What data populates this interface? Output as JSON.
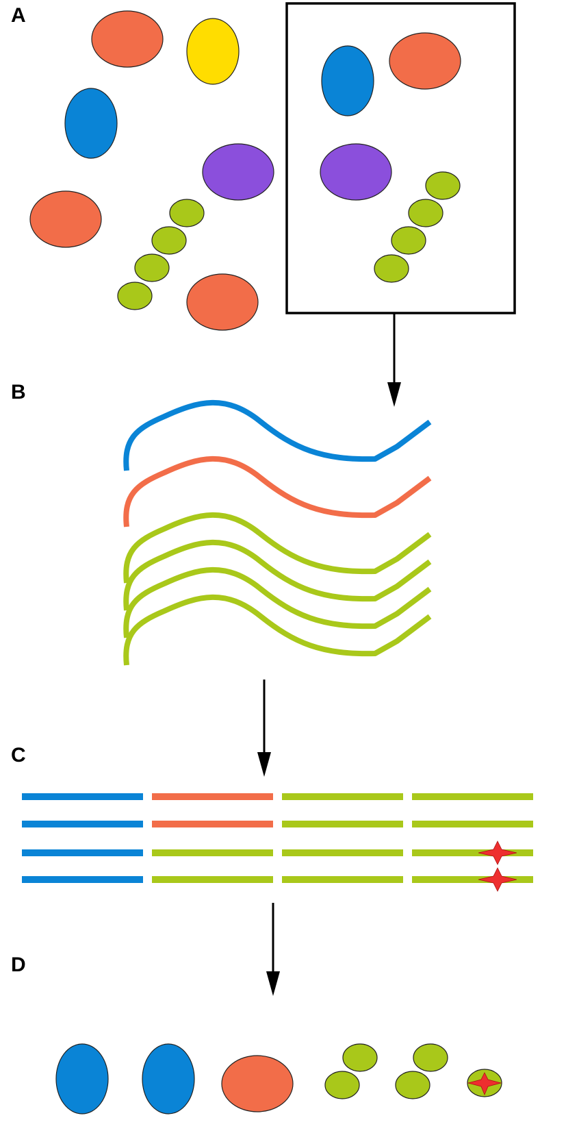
{
  "panels": {
    "a": {
      "label": "A"
    },
    "b": {
      "label": "B"
    },
    "c": {
      "label": "C"
    },
    "d": {
      "label": "D"
    }
  },
  "colors": {
    "blue": "#0a84d6",
    "orange": "#f26d49",
    "yellow": "#ffdd00",
    "purple": "#8b4fdc",
    "green": "#a9c81a",
    "star_red": "#ee2f2f",
    "outline": "#222222",
    "arrow": "#000000"
  },
  "icons": {
    "mutation_marker": "four-point-star-icon",
    "flow_arrow": "arrow-down-icon"
  },
  "panel_a": {
    "shapes": [
      "orange-ellipse",
      "yellow-ellipse",
      "blue-ellipse",
      "purple-ellipse",
      "orange-ellipse",
      "green-chain-4",
      "orange-ellipse"
    ],
    "selection_box_shapes": [
      "blue-ellipse",
      "orange-ellipse",
      "purple-ellipse",
      "green-chain-4"
    ]
  },
  "panel_b": {
    "strands": [
      "blue",
      "orange",
      "green",
      "green",
      "green",
      "green"
    ]
  },
  "panel_c": {
    "rows": [
      [
        "blue",
        "orange",
        "green",
        "green"
      ],
      [
        "blue",
        "orange",
        "green",
        "green"
      ],
      [
        "blue",
        "green",
        "green",
        "green"
      ],
      [
        "blue",
        "green",
        "green",
        "green"
      ]
    ],
    "mutation_rows": [
      3,
      4
    ]
  },
  "panel_d": {
    "items": [
      "blue-ellipse",
      "blue-ellipse",
      "orange-ellipse",
      "green-pair",
      "green-pair",
      "green-single-with-star"
    ]
  }
}
